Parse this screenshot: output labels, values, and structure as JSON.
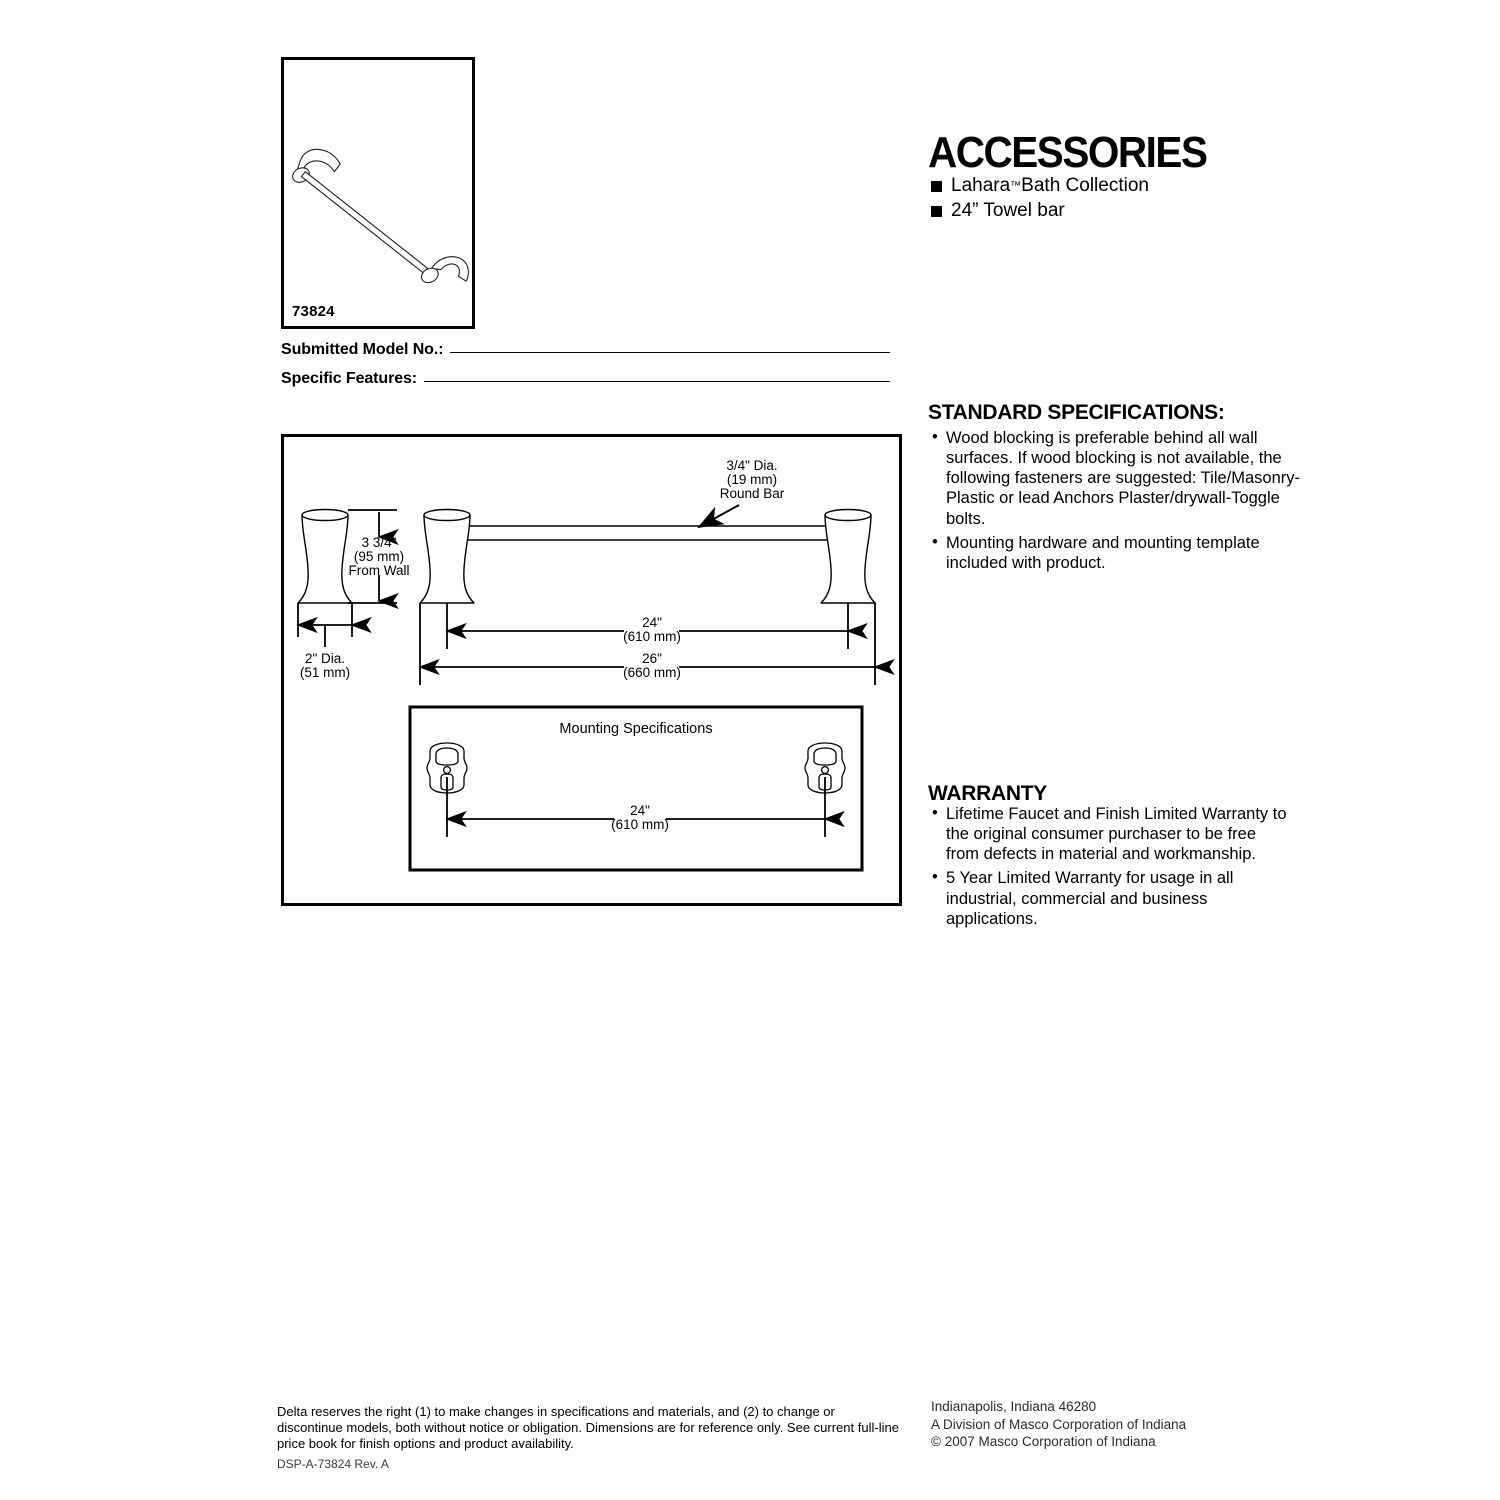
{
  "product": {
    "model_no": "73824",
    "image_alt": "towel-bar-perspective-drawing"
  },
  "form": {
    "submitted_model_label": "Submitted Model No.:",
    "specific_features_label": "Specific Features:",
    "submitted_model_value": "",
    "specific_features_value": ""
  },
  "header": {
    "title": "ACCESSORIES",
    "subtitle_1": "Lahara",
    "subtitle_1_tm": "™",
    "subtitle_1_rest": " Bath Collection",
    "subtitle_2": "24” Towel bar"
  },
  "standard_specifications": {
    "heading": "STANDARD SPECIFICATIONS:",
    "items": [
      "Wood blocking is preferable behind all wall surfaces.  If wood blocking is not available, the following fasteners are suggested:  Tile/Masonry-Plastic or lead Anchors Plaster/drywall-Toggle bolts.",
      "Mounting hardware and mounting template included with product."
    ]
  },
  "warranty": {
    "heading": "WARRANTY",
    "items": [
      "Lifetime Faucet and Finish Limited Warranty to the original consumer purchaser to be free from defects in material and workmanship.",
      "5 Year Limited Warranty for usage in all industrial, commercial and business applications."
    ]
  },
  "drawing": {
    "callout_bar": {
      "line1": "3/4\" Dia.",
      "line2": "(19 mm)",
      "line3": "Round Bar"
    },
    "callout_from_wall": {
      "line1": "3 3/4\"",
      "line2": "(95 mm)",
      "line3": "From Wall"
    },
    "callout_post_dia": {
      "line1": "2\" Dia.",
      "line2": "(51 mm)"
    },
    "dim_center": {
      "line1": "24\"",
      "line2": "(610 mm)"
    },
    "dim_overall": {
      "line1": "26\"",
      "line2": "(660 mm)"
    },
    "mounting": {
      "title": "Mounting Specifications",
      "dim": {
        "line1": "24\"",
        "line2": "(610 mm)"
      }
    }
  },
  "footer": {
    "disclaimer": "Delta reserves the right (1) to make changes in specifications and materials, and (2) to change or discontinue models, both without notice or obligation. Dimensions are for reference only.  See current full-line price book for finish options and product availability.",
    "doc_number": "DSP-A-73824 Rev. A",
    "address_line_1": "Indianapolis, Indiana  46280",
    "address_line_2": "A Division of Masco Corporation of Indiana",
    "address_line_3": "© 2007 Masco Corporation of Indiana"
  },
  "colors": {
    "ink": "#000000",
    "paper": "#ffffff",
    "muted": "#3b3b3b"
  }
}
